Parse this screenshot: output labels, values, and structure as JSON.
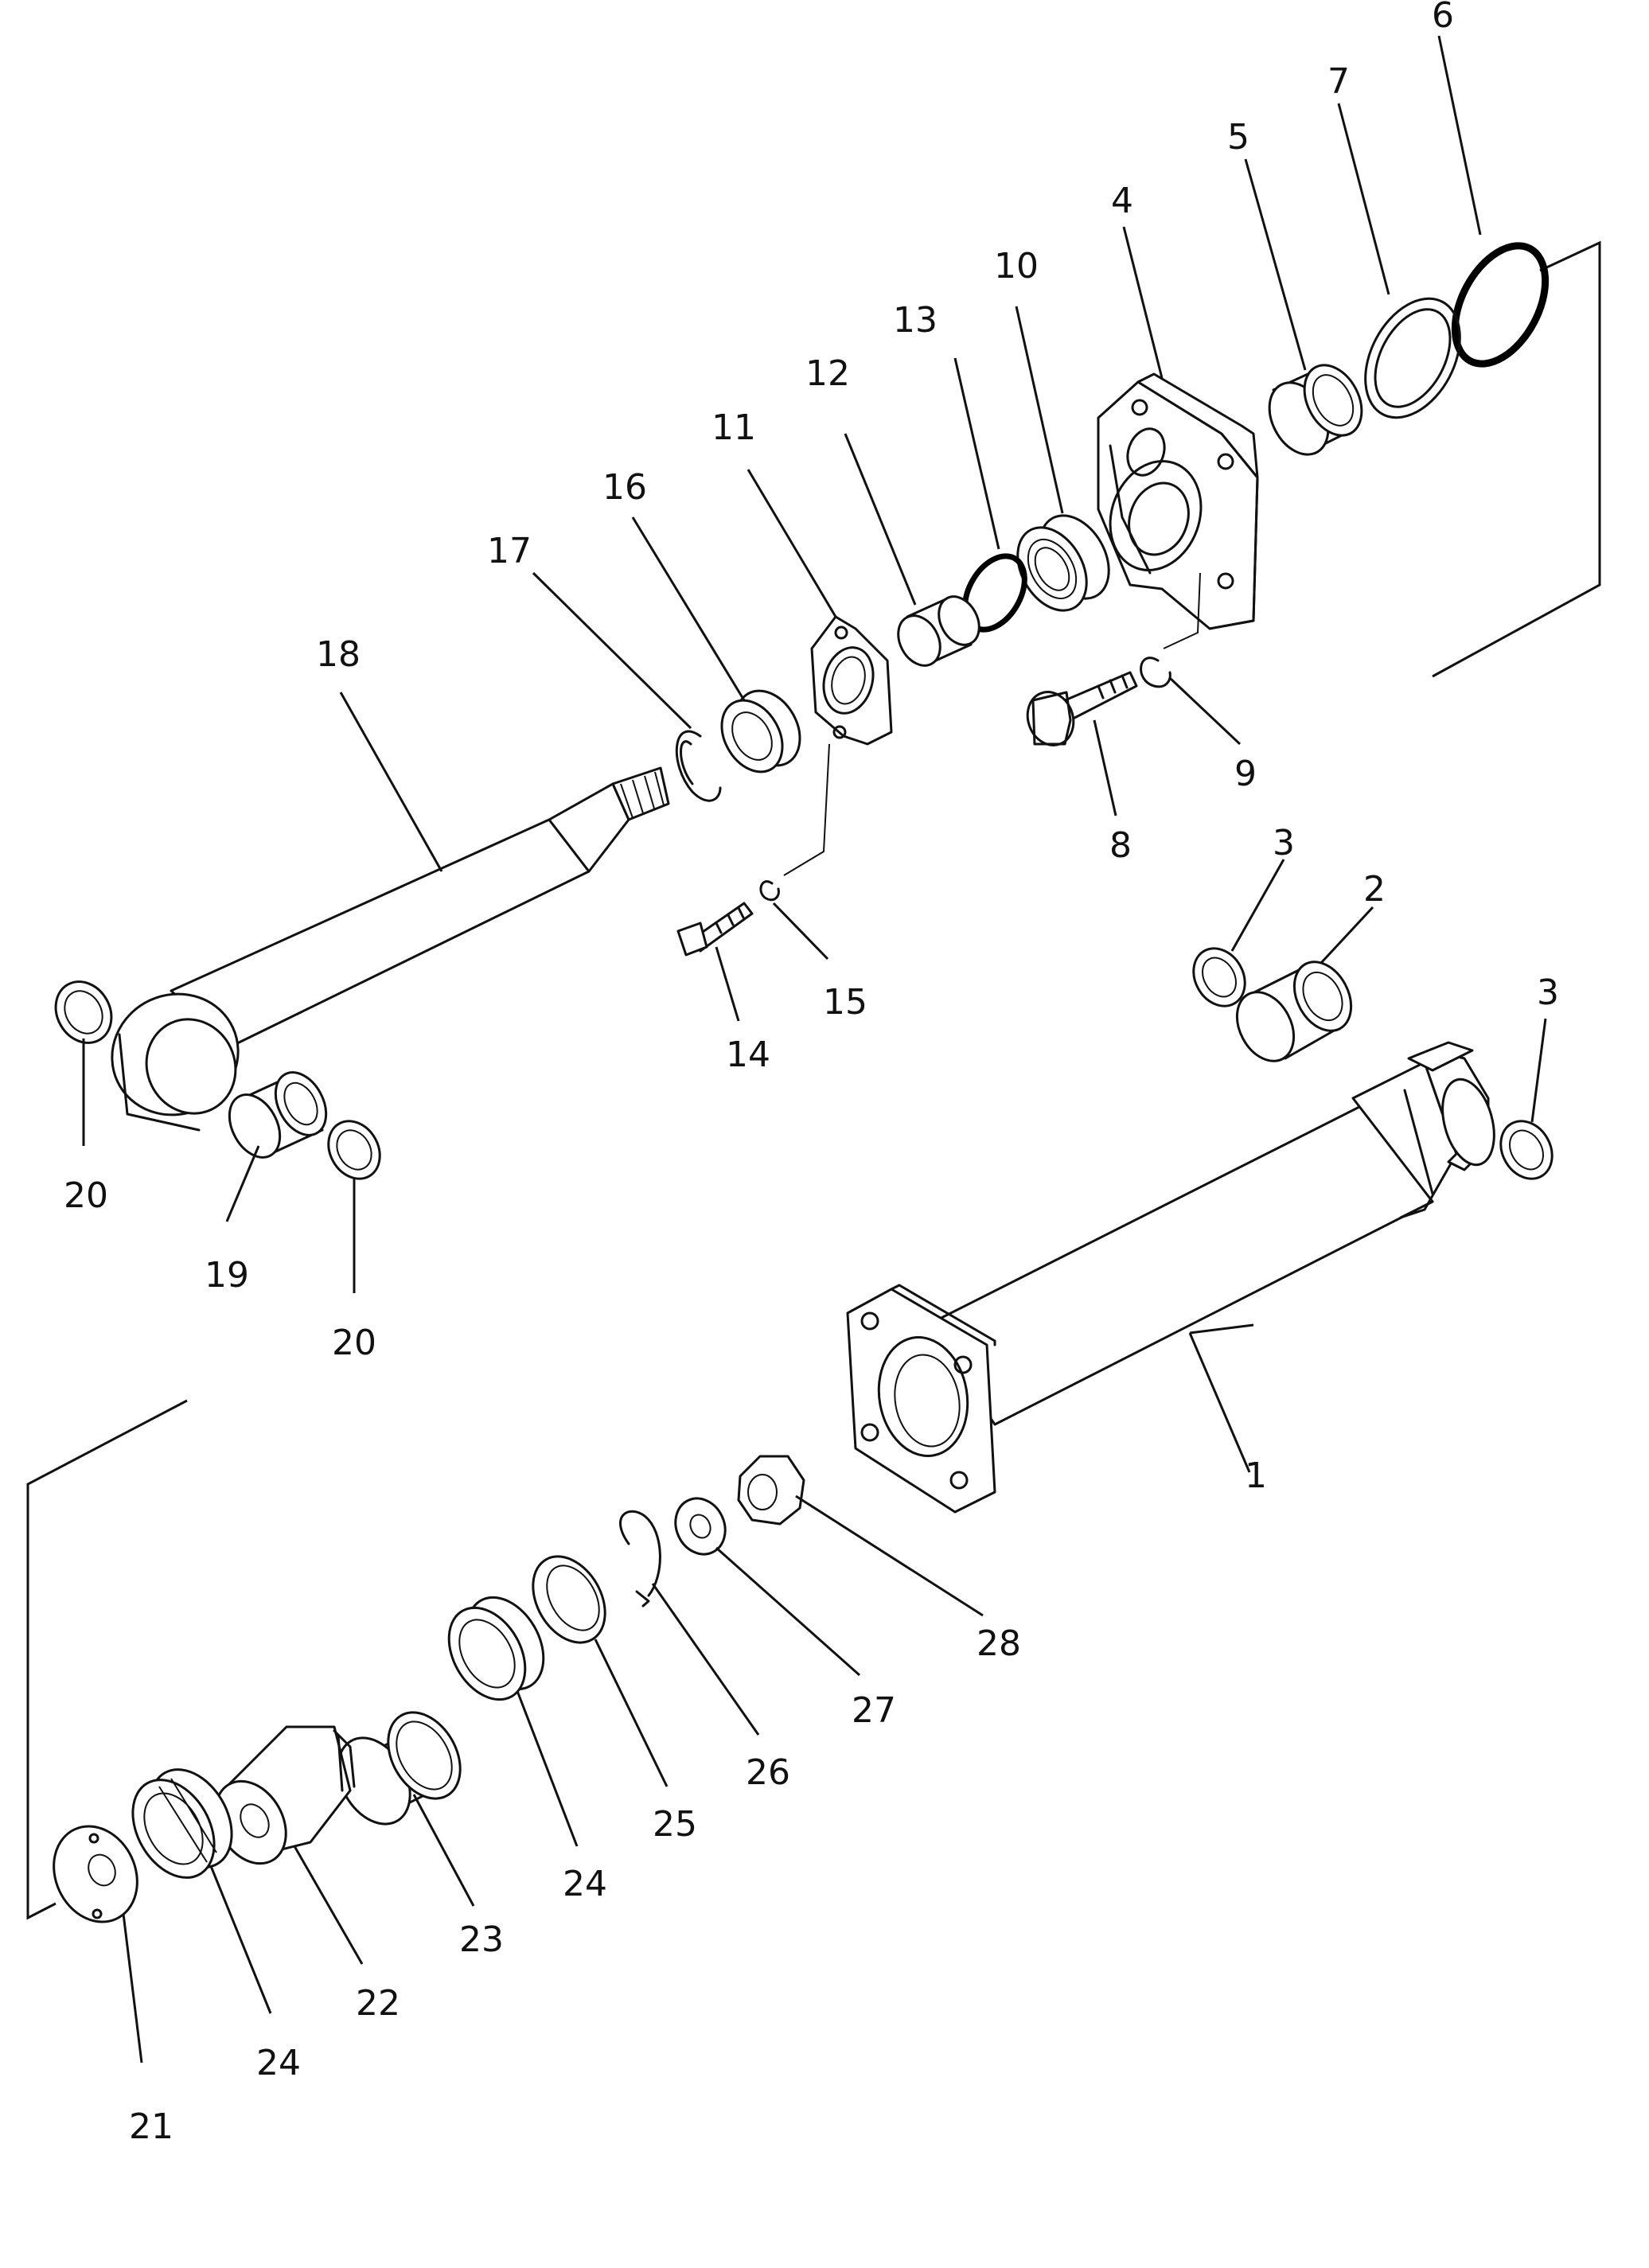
{
  "diagram": {
    "callouts": [
      {
        "id": "p1",
        "label": "1"
      },
      {
        "id": "p2",
        "label": "2"
      },
      {
        "id": "p3a",
        "label": "3"
      },
      {
        "id": "p3b",
        "label": "3"
      },
      {
        "id": "p4",
        "label": "4"
      },
      {
        "id": "p5",
        "label": "5"
      },
      {
        "id": "p6",
        "label": "6"
      },
      {
        "id": "p7",
        "label": "7"
      },
      {
        "id": "p8",
        "label": "8"
      },
      {
        "id": "p9",
        "label": "9"
      },
      {
        "id": "p10",
        "label": "10"
      },
      {
        "id": "p11",
        "label": "11"
      },
      {
        "id": "p12",
        "label": "12"
      },
      {
        "id": "p13",
        "label": "13"
      },
      {
        "id": "p14",
        "label": "14"
      },
      {
        "id": "p15",
        "label": "15"
      },
      {
        "id": "p16",
        "label": "16"
      },
      {
        "id": "p17",
        "label": "17"
      },
      {
        "id": "p18",
        "label": "18"
      },
      {
        "id": "p19",
        "label": "19"
      },
      {
        "id": "p20a",
        "label": "20"
      },
      {
        "id": "p20b",
        "label": "20"
      },
      {
        "id": "p21",
        "label": "21"
      },
      {
        "id": "p22",
        "label": "22"
      },
      {
        "id": "p23",
        "label": "23"
      },
      {
        "id": "p24a",
        "label": "24"
      },
      {
        "id": "p24b",
        "label": "24"
      },
      {
        "id": "p25",
        "label": "25"
      },
      {
        "id": "p26",
        "label": "26"
      },
      {
        "id": "p27",
        "label": "27"
      },
      {
        "id": "p28",
        "label": "28"
      }
    ]
  }
}
